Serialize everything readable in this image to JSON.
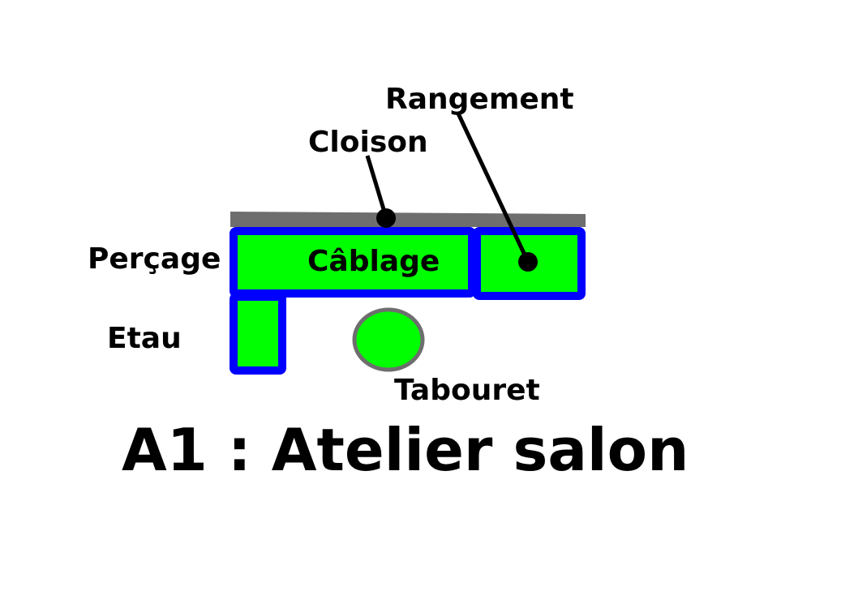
{
  "labels": {
    "rangement": "Rangement",
    "cloison": "Cloison",
    "percage": "Perçage",
    "cablage": "Câblage",
    "etau": "Etau",
    "tabouret": "Tabouret"
  },
  "title": "A1 : Atelier salon",
  "colors": {
    "furniture_fill": "#00ff00",
    "furniture_border": "#0000ff",
    "wall": "#6e6e6e",
    "stool_border": "#6e6e6e",
    "leader": "#000000"
  }
}
